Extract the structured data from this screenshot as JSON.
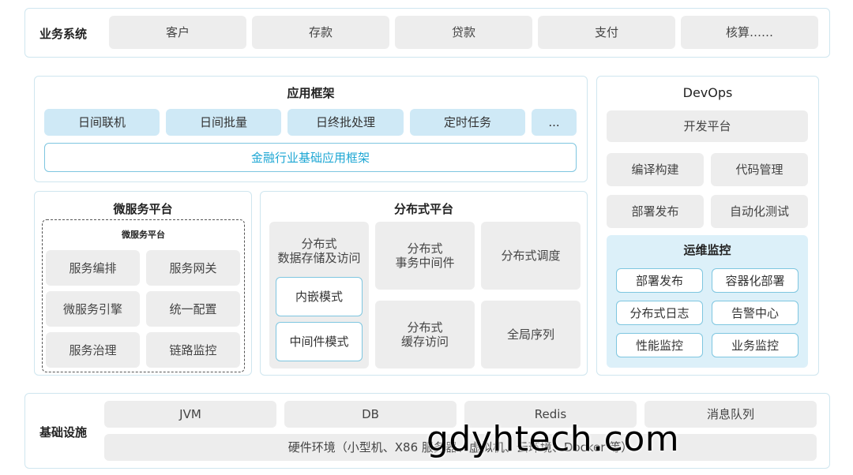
{
  "business": {
    "label": "业务系统",
    "items": [
      "客户",
      "存款",
      "贷款",
      "支付",
      "核算……"
    ]
  },
  "app_framework": {
    "title": "应用框架",
    "items": [
      "日间联机",
      "日间批量",
      "日终批处理",
      "定时任务",
      "..."
    ],
    "banner": "金融行业基础应用框架"
  },
  "devops": {
    "title": "DevOps",
    "dev_platform": "开发平台",
    "items": [
      "编译构建",
      "代码管理",
      "部署发布",
      "自动化测试"
    ],
    "ops": {
      "title": "运维监控",
      "items": [
        "部署发布",
        "容器化部署",
        "分布式日志",
        "告警中心",
        "性能监控",
        "业务监控"
      ]
    }
  },
  "microservice": {
    "title": "微服务平台",
    "inner_title": "微服务平台",
    "items": [
      "服务编排",
      "服务网关",
      "微服务引擎",
      "统一配置",
      "服务治理",
      "链路监控"
    ]
  },
  "distributed": {
    "title": "分布式平台",
    "storage": "分布式\n数据存储及访问",
    "storage_modes": [
      "内嵌模式",
      "中间件模式"
    ],
    "transaction": "分布式\n事务中间件",
    "scheduling": "分布式调度",
    "cache": "分布式\n缓存访问",
    "sequence": "全局序列"
  },
  "infra": {
    "label": "基础设施",
    "items": [
      "JVM",
      "DB",
      "Redis",
      "消息队列"
    ],
    "hardware": "硬件环境（小型机、X86 服务器、虚拟机、云环境、Docker 等）"
  },
  "watermark": "gdyhtech.com",
  "colors": {
    "accent": "#1ea7d4",
    "light_blue": "#cfe9f6",
    "panel_border": "#cfe6ef",
    "box_gray": "#ededed"
  }
}
